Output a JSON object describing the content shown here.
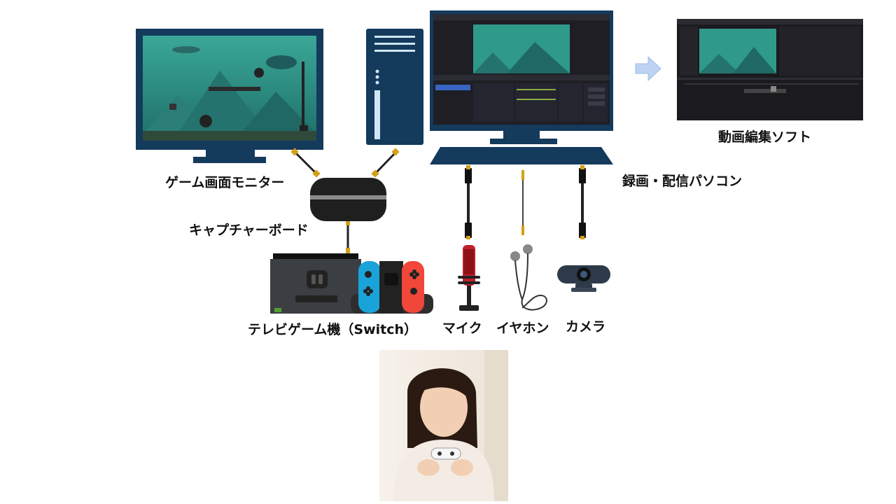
{
  "labels": {
    "game_monitor": "ゲーム画面モニター",
    "capture_board": "キャプチャーボード",
    "recording_pc": "録画・配信パソコン",
    "editing_software": "動画編集ソフト",
    "game_console": "テレビゲーム機（Switch）",
    "mic": "マイク",
    "earphones": "イヤホン",
    "camera": "カメラ"
  },
  "colors": {
    "device_navy": "#123456",
    "game_bg": "#2f9a8a",
    "joycon_left": "#1aa3d8",
    "joycon_right": "#f0473a",
    "cable_gold": "#d4a017",
    "arrow_blue": "#bcd3f2"
  }
}
